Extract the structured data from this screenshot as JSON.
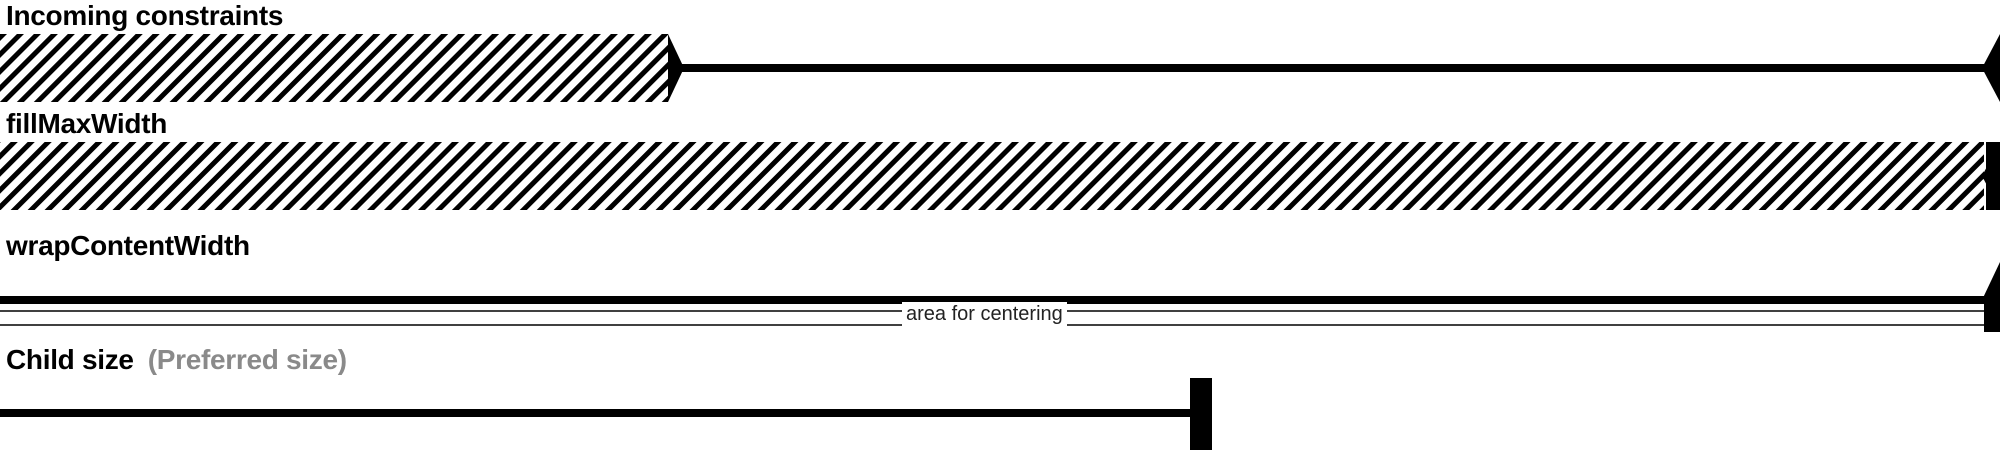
{
  "rows": {
    "incoming": {
      "label": "Incoming constraints"
    },
    "fill_max_width": {
      "label": "fillMaxWidth"
    },
    "wrap_content_width": {
      "label": "wrapContentWidth",
      "area_label": "area for centering"
    },
    "child_size": {
      "label": "Child size",
      "note": "(Preferred size)"
    }
  },
  "colors": {
    "foreground": "#000000",
    "note_text": "#8a8a8a",
    "background": "#ffffff"
  }
}
